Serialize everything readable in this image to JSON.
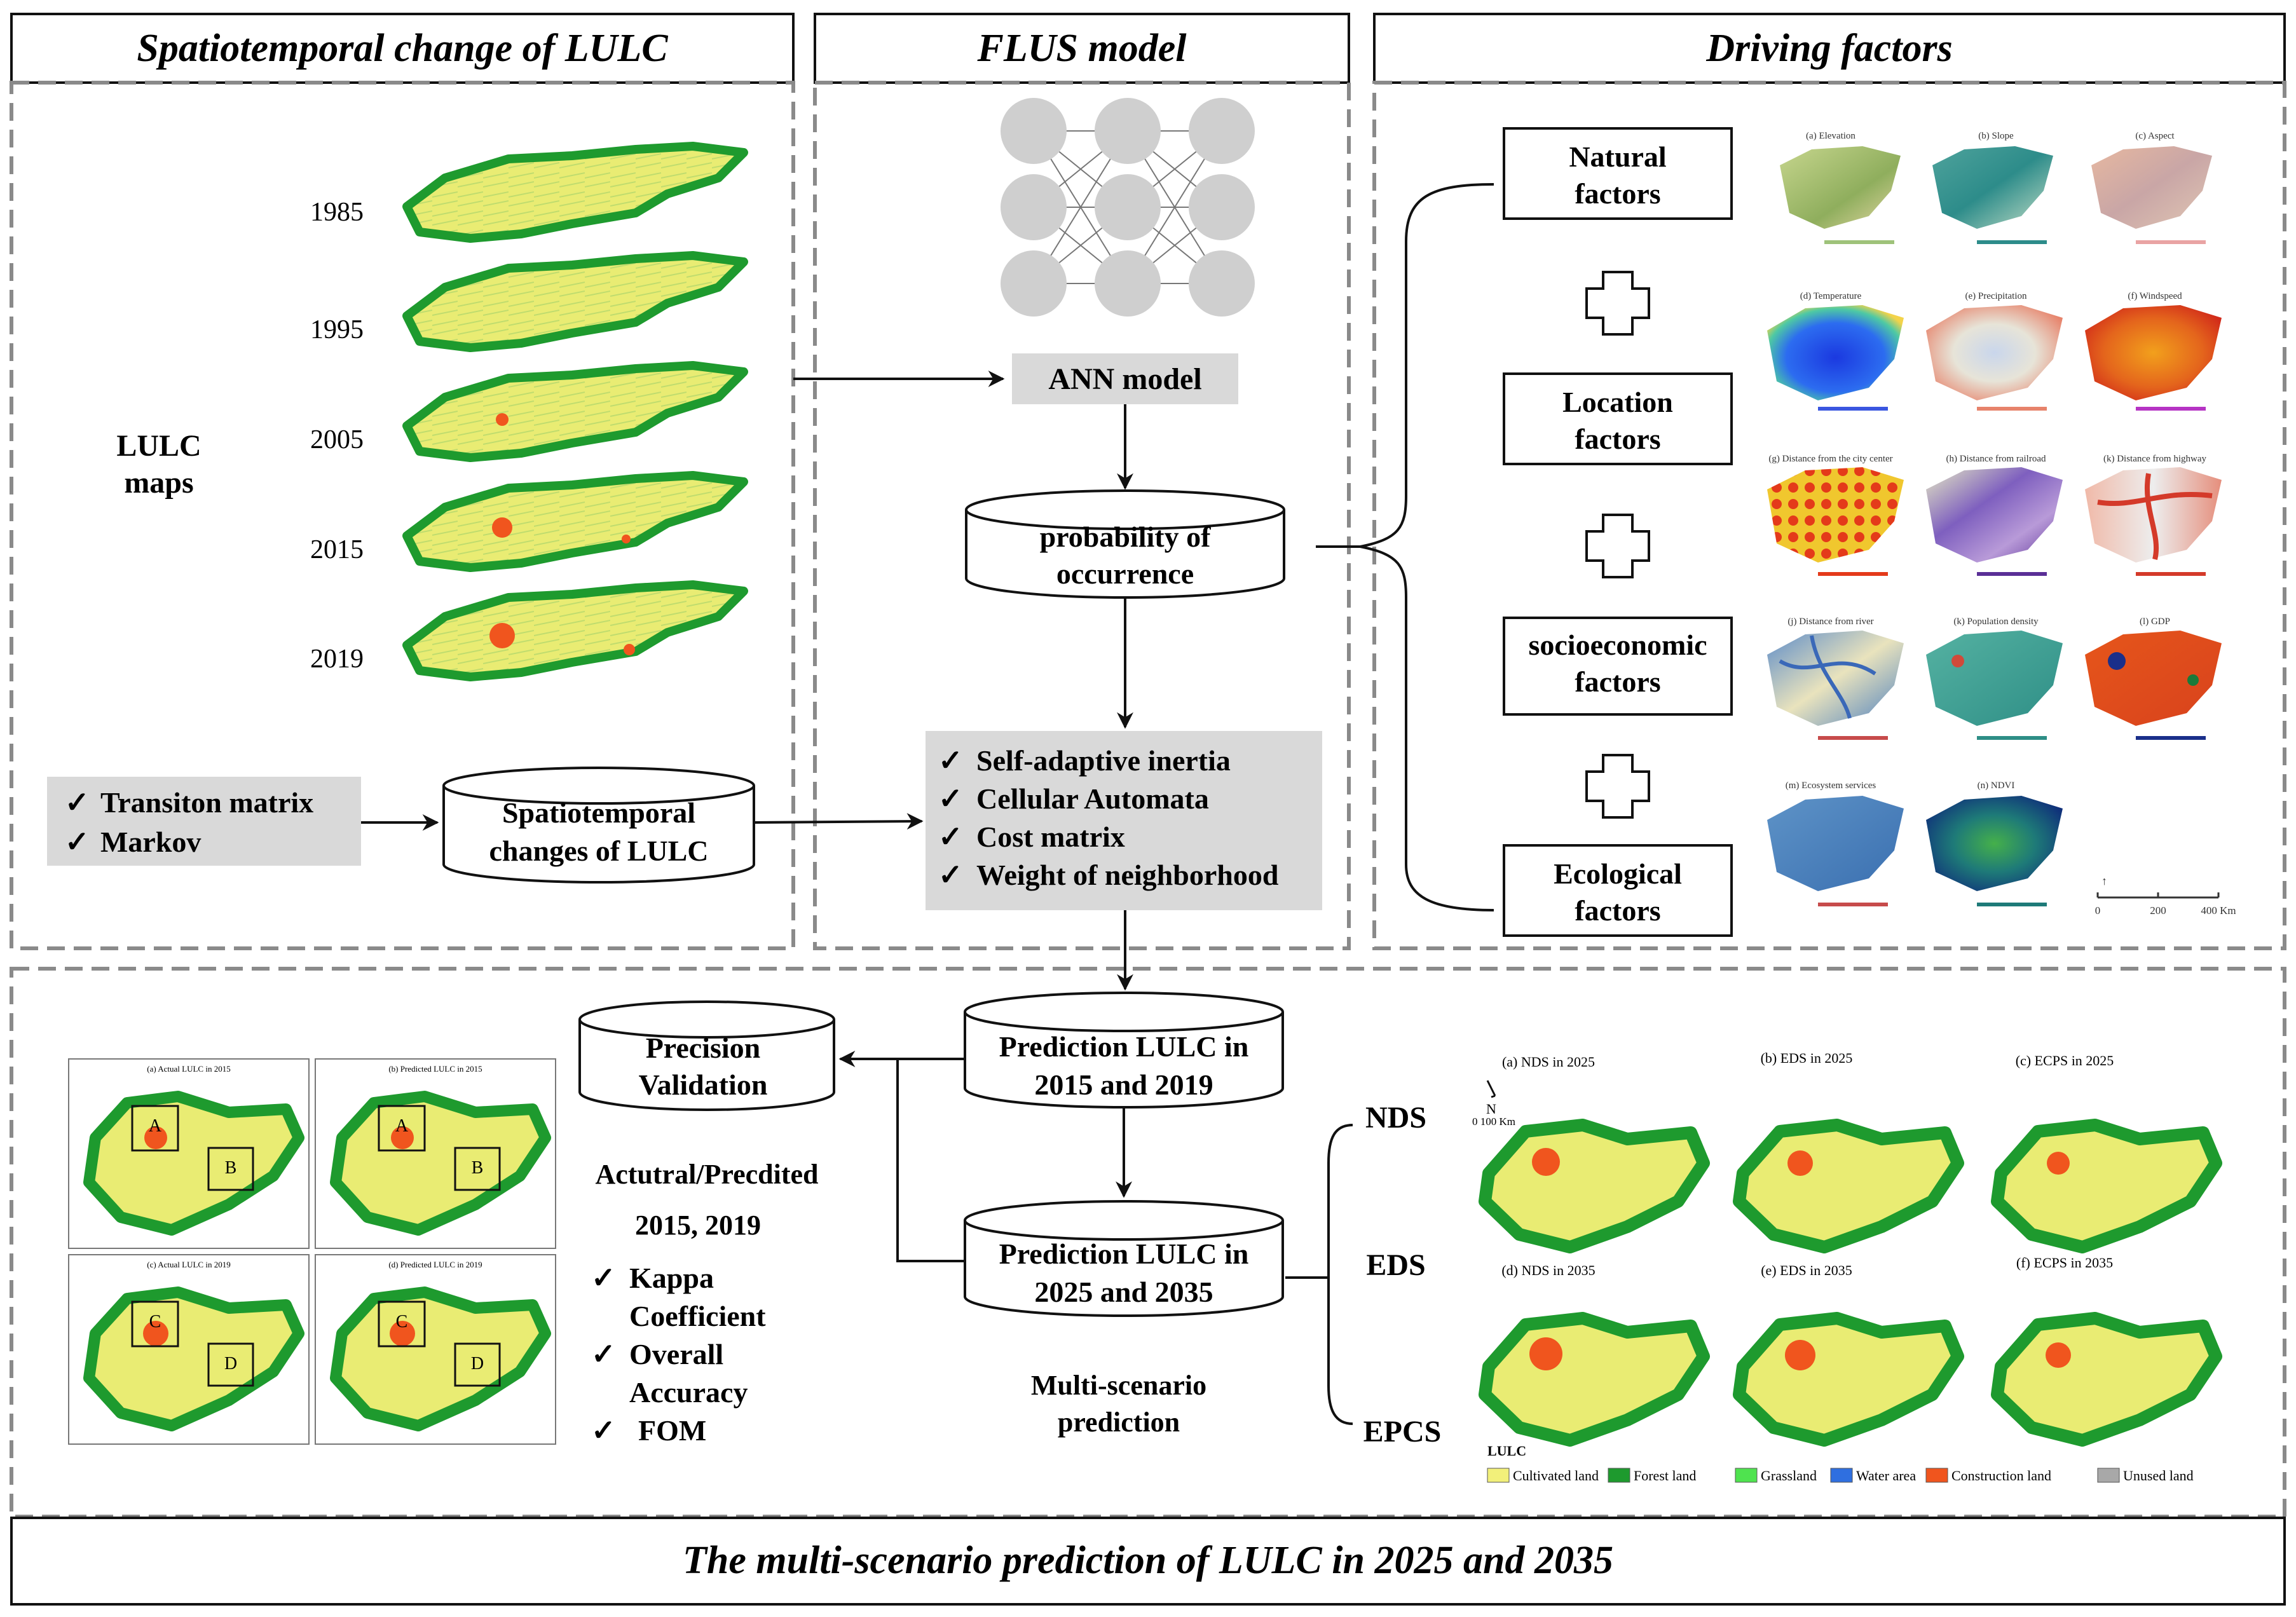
{
  "headers": {
    "lulc_change": "Spatiotemporal change of LULC",
    "flus": "FLUS model",
    "driving": "Driving factors",
    "bottom": "The multi-scenario prediction of LULC in 2025 and 2035"
  },
  "lulc_maps": {
    "label_line1": "LULC",
    "label_line2": "maps",
    "years": [
      "1985",
      "1995",
      "2005",
      "2015",
      "2019"
    ]
  },
  "transition_box": {
    "items": [
      "Transiton matrix",
      "Markov"
    ]
  },
  "spatio_db": {
    "line1": "Spatiotemporal",
    "line2": "changes of LULC"
  },
  "flus": {
    "ann_label": "ANN model",
    "prob_line1": "probability of",
    "prob_line2": "occurrence",
    "ca_items": [
      "Self-adaptive inertia",
      "Cellular Automata",
      "Cost matrix",
      "Weight of neighborhood"
    ]
  },
  "factors": {
    "groups": [
      {
        "line1": "Natural",
        "line2": "factors"
      },
      {
        "line1": "Location",
        "line2": "factors"
      },
      {
        "line1": "socioeconomic",
        "line2": "factors"
      },
      {
        "line1": "Ecological",
        "line2": "factors"
      }
    ],
    "maps": [
      "(a) Elevation",
      "(b) Slope",
      "(c) Aspect",
      "(d) Temperature",
      "(e) Precipitation",
      "(f) Windspeed",
      "(g) Distance from the city center",
      "(h) Distance from railroad",
      "(k) Distance from highway",
      "(j) Distance from river",
      "(k) Population density",
      "(l) GDP",
      "(m) Ecosystem services",
      "(n) NDVI"
    ],
    "scale_labels": [
      "0",
      "200",
      "400 Km"
    ]
  },
  "validation": {
    "map_titles": [
      "(a) Actual LULC in 2015",
      "(b) Predicted LULC in 2015",
      "(c) Actual LULC in 2019",
      "(d) Predicted LULC in 2019"
    ],
    "zone_labels": [
      "A",
      "B",
      "A",
      "B",
      "C",
      "D",
      "C",
      "D"
    ],
    "precision_line1": "Precision",
    "precision_line2": "Validation",
    "actual_predicted": "Actutral/Precdited",
    "years": "2015, 2019",
    "metrics": [
      "Kappa",
      "Coefficient",
      "Overall",
      "Accuracy",
      "FOM"
    ]
  },
  "prediction": {
    "pred1_line1": "Prediction LULC in",
    "pred1_line2": "2015 and 2019",
    "pred2_line1": "Prediction LULC in",
    "pred2_line2": "2025 and 2035",
    "multi_line1": "Multi-scenario",
    "multi_line2": "prediction",
    "scenarios": [
      "NDS",
      "EDS",
      "EPCS"
    ]
  },
  "scenario_maps": {
    "titles": [
      "(a) NDS in 2025",
      "(b) EDS in 2025",
      "(c) ECPS in 2025",
      "(d) NDS in 2035",
      "(e) EDS in 2035",
      "(f) ECPS in 2035"
    ],
    "north": "N",
    "scale": "0    100 Km",
    "legend_title": "LULC",
    "legend": [
      {
        "label": "Cultivated land",
        "color": "#f2f07a"
      },
      {
        "label": "Forest land",
        "color": "#1e9a2e"
      },
      {
        "label": "Grassland",
        "color": "#4fe34f"
      },
      {
        "label": "Water area",
        "color": "#2f6fe0"
      },
      {
        "label": "Construction land",
        "color": "#f0551e"
      },
      {
        "label": "Unused land",
        "color": "#a8a8a8"
      }
    ]
  }
}
